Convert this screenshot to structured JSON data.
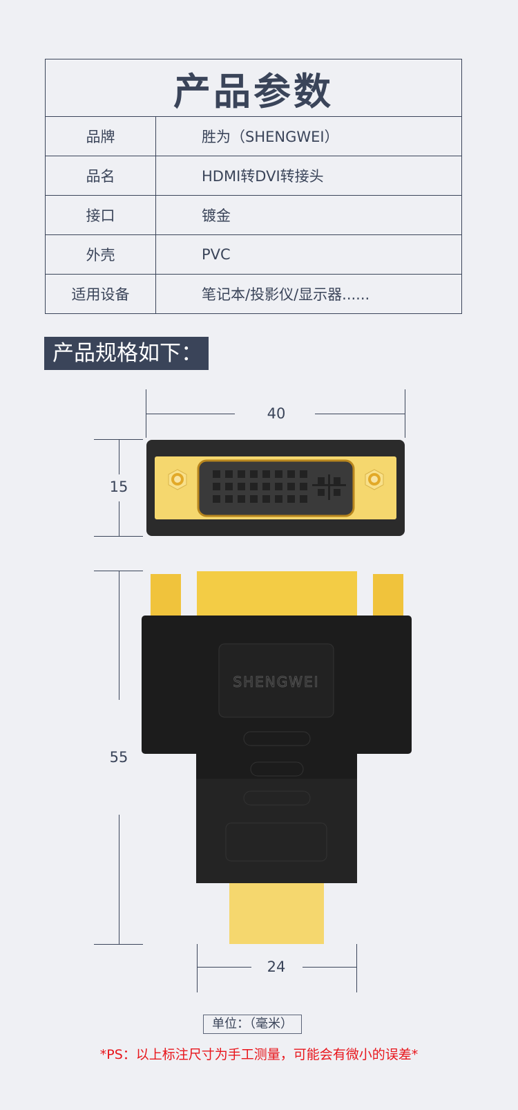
{
  "params": {
    "title": "产品参数",
    "rows": [
      {
        "key": "品牌",
        "value": "胜为（SHENGWEI）"
      },
      {
        "key": "品名",
        "value": "HDMI转DVI转接头"
      },
      {
        "key": "接口",
        "value": "镀金"
      },
      {
        "key": "外壳",
        "value": "PVC"
      },
      {
        "key": "适用设备",
        "value": "笔记本/投影仪/显示器......"
      }
    ]
  },
  "spec_heading": "产品规格如下：",
  "dimensions": {
    "width_top": "40",
    "height_top": "15",
    "height_side": "55",
    "width_bottom": "24"
  },
  "brand_logo": "SHENGWEI",
  "unit": "单位：（毫米）",
  "note": "*PS：以上标注尺寸为手工测量，可能会有微小的误差*",
  "colors": {
    "navy": "#3a4459",
    "gold": "#f5d76e",
    "red": "#e8151b",
    "black": "#1e1e1e"
  }
}
